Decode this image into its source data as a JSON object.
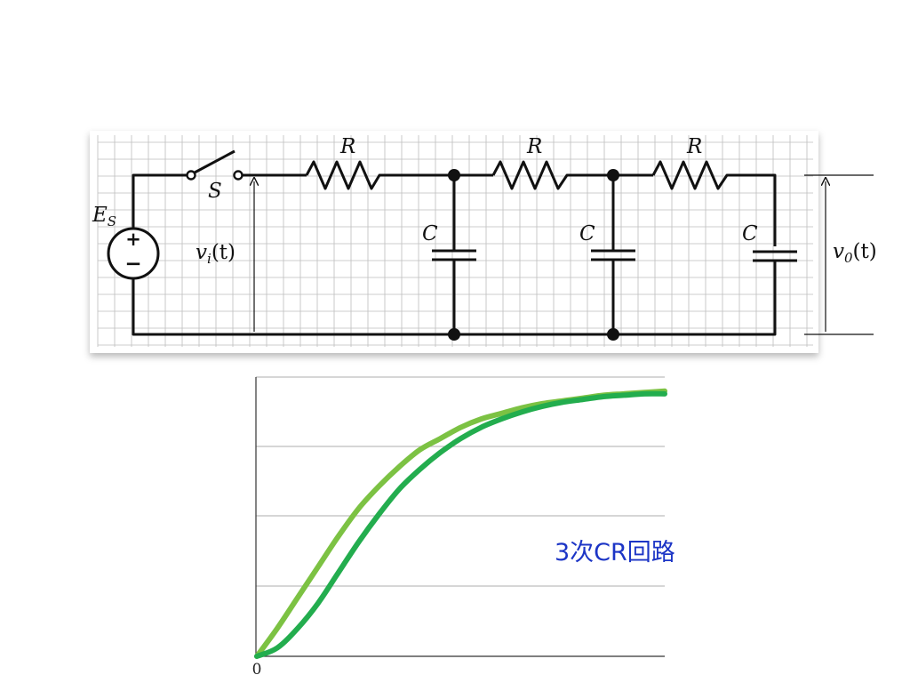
{
  "circuit": {
    "source_label": "E",
    "source_sub": "S",
    "switch_label": "S",
    "input_label_v": "v",
    "input_label_sub": "i",
    "input_label_arg": "(t)",
    "output_label_v": "v",
    "output_label_sub": "0",
    "output_label_arg": "(t)",
    "resistor_labels": [
      "R",
      "R",
      "R"
    ],
    "capacitor_labels": [
      "C",
      "C",
      "C"
    ],
    "source_plus": "+",
    "source_minus": "−"
  },
  "chart_data": {
    "type": "line",
    "xlabel": "",
    "ylabel": "",
    "x_tick_labels": [
      "0"
    ],
    "annotation": "3次CR回路",
    "grid": true,
    "colors": {
      "series_1": "#7cc243",
      "series_2": "#23ad4e"
    },
    "series": [
      {
        "x": [
          0,
          0.05,
          0.1,
          0.15,
          0.2,
          0.25,
          0.3,
          0.35,
          0.4,
          0.45,
          0.5,
          0.55,
          0.6,
          0.65,
          0.7,
          0.75,
          0.8,
          0.85,
          0.9,
          0.95,
          1.0
        ],
        "y": [
          0,
          0.1,
          0.21,
          0.32,
          0.43,
          0.53,
          0.61,
          0.68,
          0.74,
          0.78,
          0.82,
          0.85,
          0.87,
          0.89,
          0.905,
          0.915,
          0.925,
          0.935,
          0.94,
          0.945,
          0.95
        ]
      },
      {
        "x": [
          0,
          0.05,
          0.1,
          0.15,
          0.2,
          0.25,
          0.3,
          0.35,
          0.4,
          0.45,
          0.5,
          0.55,
          0.6,
          0.65,
          0.7,
          0.75,
          0.8,
          0.85,
          0.9,
          0.95,
          1.0
        ],
        "y": [
          0,
          0.03,
          0.1,
          0.19,
          0.3,
          0.41,
          0.51,
          0.6,
          0.67,
          0.73,
          0.78,
          0.82,
          0.85,
          0.875,
          0.895,
          0.91,
          0.92,
          0.93,
          0.935,
          0.94,
          0.94
        ]
      }
    ]
  }
}
